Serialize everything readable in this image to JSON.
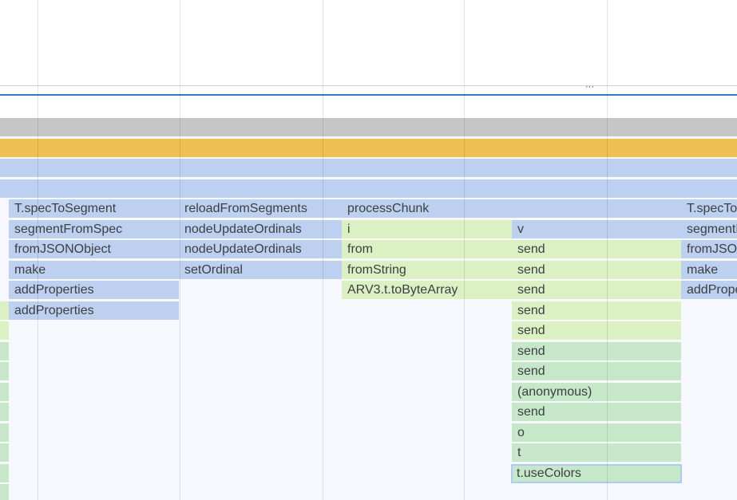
{
  "overview": {
    "resize_grip": "···"
  },
  "flame_chart": {
    "frames": [
      {
        "id": "t-spec-to-segment-1",
        "label": "T.specToSegment"
      },
      {
        "id": "reload-from-segments",
        "label": "reloadFromSegments"
      },
      {
        "id": "process-chunk",
        "label": "processChunk"
      },
      {
        "id": "t-spec-to-segment-2",
        "label": "T.specToSegment"
      },
      {
        "id": "segment-from-spec-1",
        "label": "segmentFromSpec"
      },
      {
        "id": "node-update-ordinals-1",
        "label": "nodeUpdateOrdinals"
      },
      {
        "id": "i",
        "label": "i"
      },
      {
        "id": "v",
        "label": "v"
      },
      {
        "id": "segment-from-spec-2",
        "label": "segmentFromSpec"
      },
      {
        "id": "from-json-object-1",
        "label": "fromJSONObject"
      },
      {
        "id": "node-update-ordinals-2",
        "label": "nodeUpdateOrdinals"
      },
      {
        "id": "from",
        "label": "from"
      },
      {
        "id": "send-1",
        "label": "send"
      },
      {
        "id": "from-json-object-2",
        "label": "fromJSONObject"
      },
      {
        "id": "make-1",
        "label": "make"
      },
      {
        "id": "set-ordinal",
        "label": "setOrdinal"
      },
      {
        "id": "from-string",
        "label": "fromString"
      },
      {
        "id": "send-2",
        "label": "send"
      },
      {
        "id": "make-2",
        "label": "make"
      },
      {
        "id": "add-properties-1",
        "label": "addProperties"
      },
      {
        "id": "arv3-to-byte-array",
        "label": "ARV3.t.toByteArray"
      },
      {
        "id": "send-3",
        "label": "send"
      },
      {
        "id": "add-properties-2",
        "label": "addProperties"
      },
      {
        "id": "add-properties-3",
        "label": "addProperties"
      },
      {
        "id": "send-4",
        "label": "send"
      },
      {
        "id": "send-5",
        "label": "send"
      },
      {
        "id": "send-6",
        "label": "send"
      },
      {
        "id": "send-7",
        "label": "send"
      },
      {
        "id": "anonymous",
        "label": "(anonymous)"
      },
      {
        "id": "send-8",
        "label": "send"
      },
      {
        "id": "o",
        "label": "o"
      },
      {
        "id": "t",
        "label": "t"
      },
      {
        "id": "t-use-colors",
        "label": "t.useColors"
      }
    ]
  }
}
